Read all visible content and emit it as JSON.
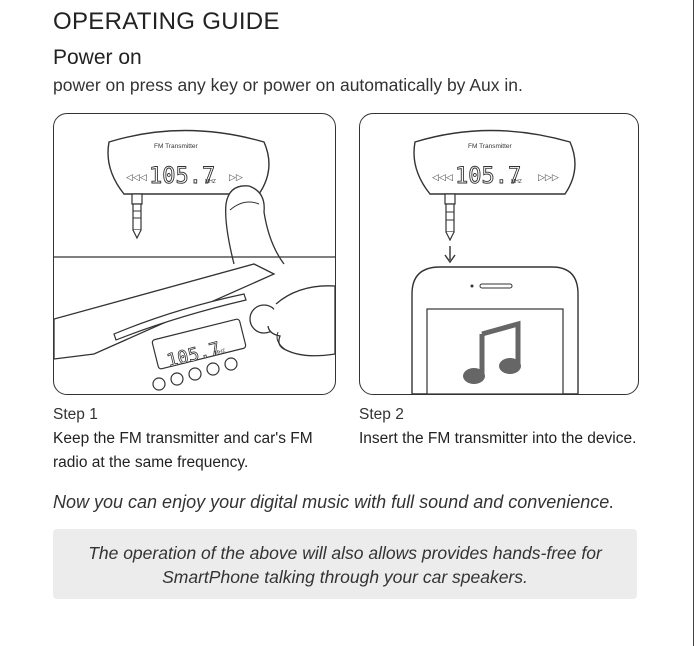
{
  "guide": {
    "title": "OPERATING GUIDE",
    "section": "Power on",
    "intro": "power on press any key or power on automatically by Aux in."
  },
  "device": {
    "label": "FM Transmitter",
    "frequency": "105.7",
    "unit": "MHZ"
  },
  "radio": {
    "frequency": "105.7",
    "unit": "MHZ"
  },
  "steps": [
    {
      "title": "Step 1",
      "text": "Keep the FM transmitter and car's FM radio at the same frequency."
    },
    {
      "title": "Step 2",
      "text": "Insert the FM transmitter into the device."
    }
  ],
  "tagline": "Now you can enjoy your digital music with full sound and convenience.",
  "note": "The operation of the above will also allows provides hands-free for SmartPhone talking through your car speakers.",
  "colors": {
    "line": "#333333",
    "note_bg": "#ececec",
    "music_note": "#666666"
  },
  "icons": [
    "music-note-icon",
    "down-arrow-icon"
  ]
}
